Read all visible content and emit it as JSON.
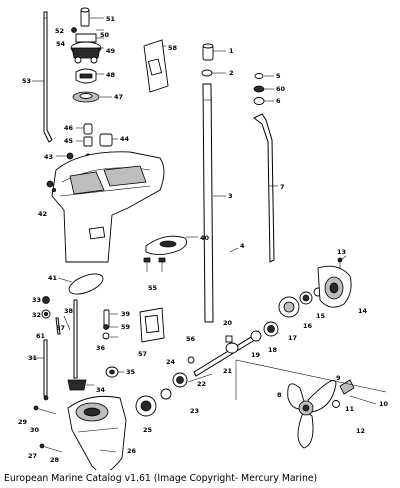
{
  "diagram": {
    "part_numbers": [
      "1",
      "2",
      "3",
      "4",
      "5",
      "6",
      "7",
      "8",
      "9",
      "10",
      "11",
      "12",
      "13",
      "14",
      "15",
      "16",
      "17",
      "18",
      "19",
      "20",
      "21",
      "22",
      "23",
      "24",
      "25",
      "26",
      "27",
      "28",
      "29",
      "30",
      "31",
      "32",
      "33",
      "34",
      "35",
      "36",
      "37",
      "38",
      "39",
      "40",
      "41",
      "42",
      "43",
      "44",
      "45",
      "46",
      "47",
      "48",
      "49",
      "50",
      "51",
      "52",
      "53",
      "54",
      "55",
      "56",
      "57",
      "58",
      "59",
      "60",
      "61"
    ]
  },
  "caption": "European Marine Catalog v1.61 (Image Copyright- Mercury Marine)"
}
